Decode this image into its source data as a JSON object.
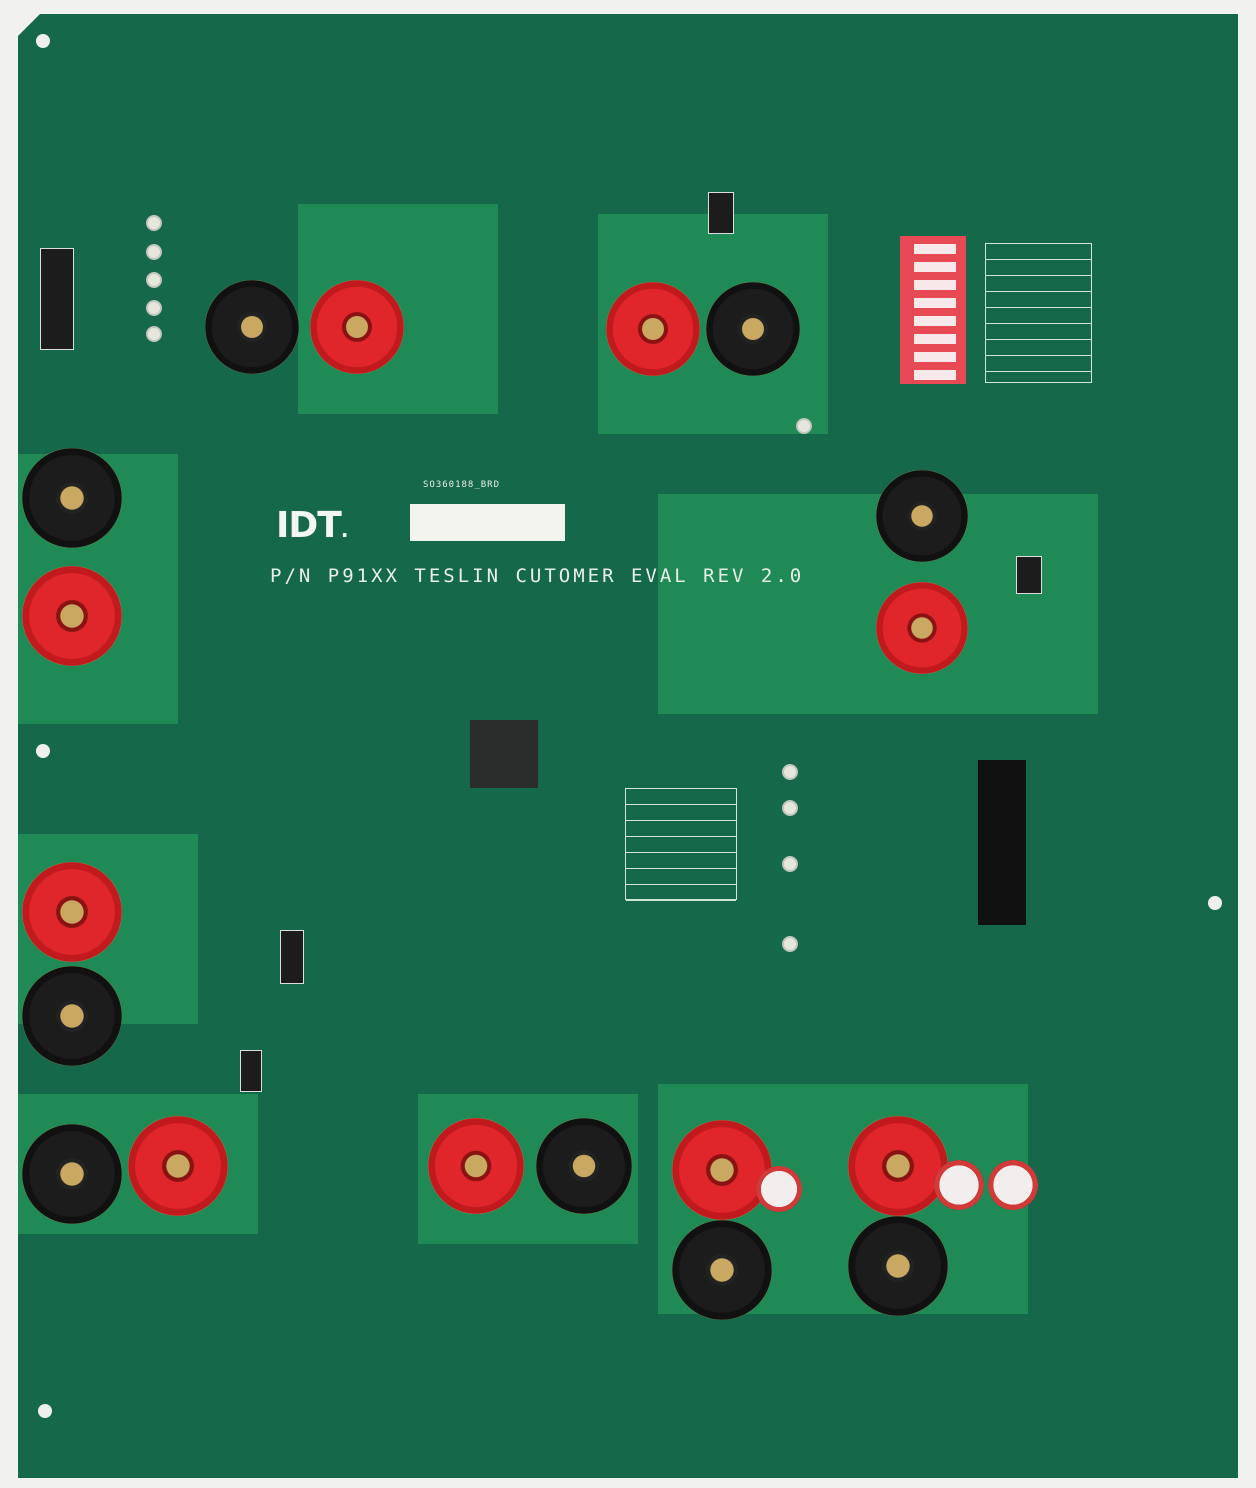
{
  "board": {
    "part_number": "P/N P91XX TESLIN CUTOMER EVAL REV 2.0",
    "board_id": "SO360188_BRD",
    "logo": "IDT",
    "logo_suffix": ".",
    "colors": {
      "pcb": "#16684a",
      "copper_pour": "#1f8a55",
      "silkscreen": "#e8efe9",
      "red_post": "#e0262a",
      "black_post": "#1c1c1c",
      "dip_switch": "#e84a55"
    }
  }
}
